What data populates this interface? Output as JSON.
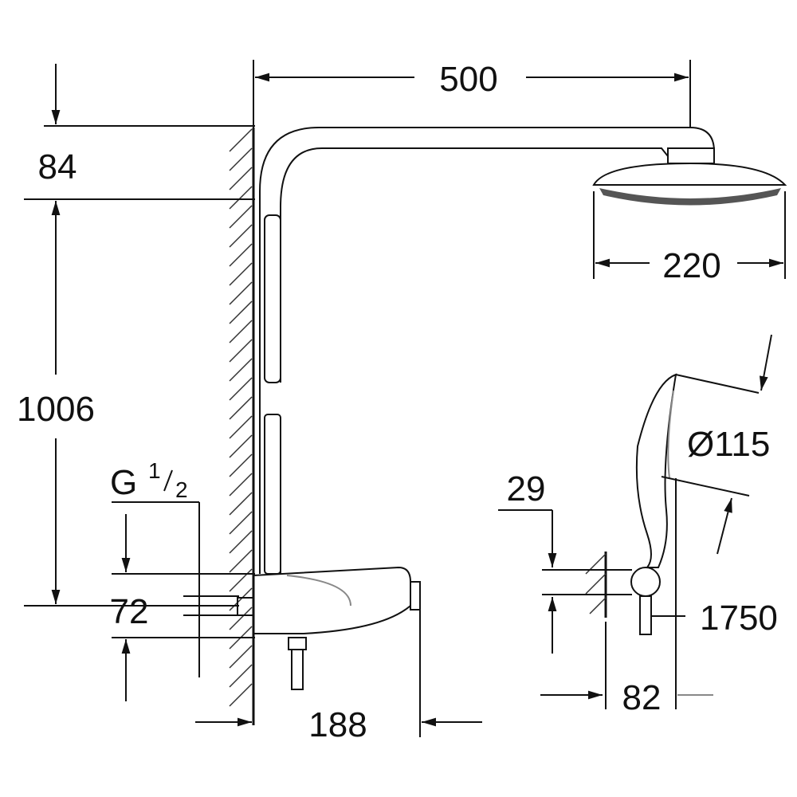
{
  "dimensions": {
    "arm_length": "500",
    "top_offset": "84",
    "head_diameter": "220",
    "height": "1006",
    "thread": "G",
    "thread_num": "1",
    "thread_den": "2",
    "hand_shower_diameter": "Ø115",
    "holder_offset": "29",
    "inlet_spacing": "72",
    "hose_length": "1750",
    "mixer_projection": "188",
    "holder_projection": "82"
  }
}
